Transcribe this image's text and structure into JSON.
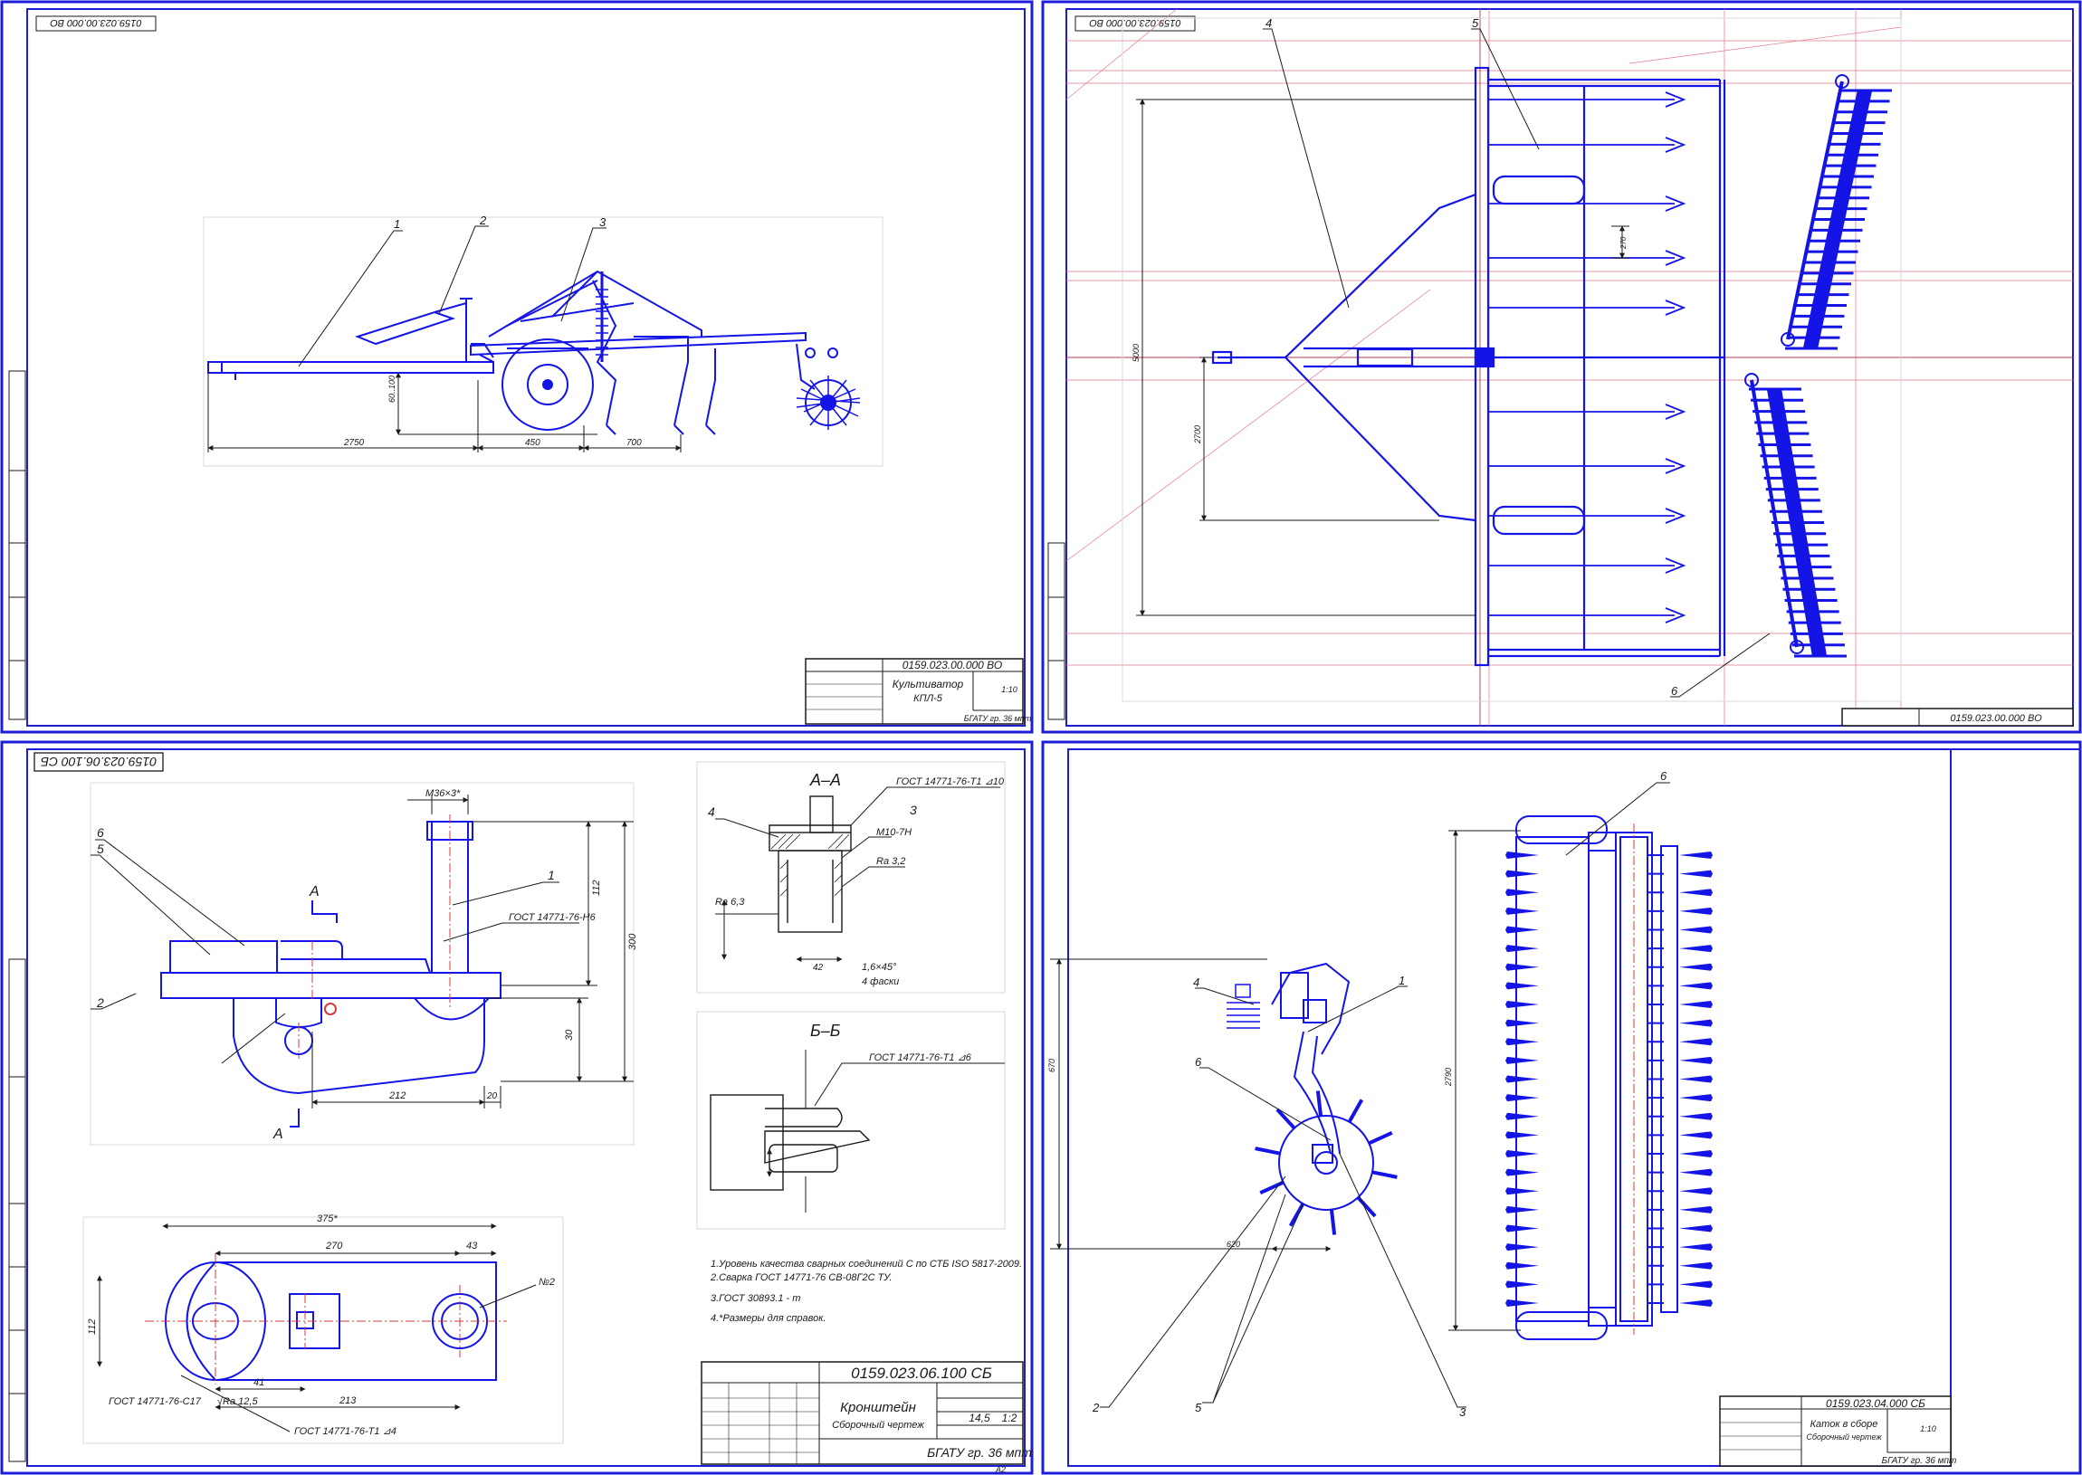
{
  "sheets": {
    "s1": {
      "stamp_rotated": "0159.023.00.000 ВО",
      "title_code": "0159.023.00.000 ВО",
      "title_name_1": "Культиватор",
      "title_name_2": "КПЛ-5",
      "scale": "1:10",
      "org": "БГАТУ гр. 36 мпт",
      "leaders": [
        "1",
        "2",
        "3"
      ],
      "dims": {
        "d2750": "2750",
        "d450": "450",
        "d700": "700",
        "d60_100": "60..100"
      }
    },
    "s2": {
      "stamp_rotated": "0159.023.00.000 ВО",
      "title_code": "0159.023.00.000 ВО",
      "leaders": [
        "4",
        "5",
        "6"
      ],
      "dims": {
        "d5000": "5000",
        "d2700": "2700",
        "d270": "270"
      }
    },
    "s3": {
      "stamp_rotated": "0159.023.06.100 СБ",
      "title_code": "0159.023.06.100 СБ",
      "title_name_1": "Кронштейн",
      "title_name_2": "Сборочный чертеж",
      "mass": "14,5",
      "scale": "1:2",
      "org": "БГАТУ гр. 36 мпт",
      "format": "А2",
      "section_aa": "А–А",
      "section_bb": "Б–Б",
      "section_mark": "А",
      "leaders": [
        "1",
        "2",
        "5",
        "6",
        "3",
        "4"
      ],
      "labels": {
        "m36": "М36×3*",
        "gost_top": "ГОСТ 14771-76-Н6",
        "gost_aa": "ГОСТ 14771-76-Т1 ⊿10",
        "m10": "М10-7Н",
        "ra32": "Ra 3,2",
        "ra63": "Ra 6,3",
        "chamfer": "1,6×45°",
        "faces": "4 фаски",
        "gost_bot1": "ГОСТ 14771-76-С17",
        "gost_bot2": "ГОСТ 14771-76-Т1 ⊿4",
        "ra125": "√Ra 12,5",
        "gost_bb": "ГОСТ 14771-76-Т1 ⊿6",
        "n2": "№2"
      },
      "dims": {
        "d212": "212",
        "d30": "30",
        "d20": "20",
        "d300": "300",
        "d112": "112",
        "d270": "270",
        "d43": "43",
        "d41": "41",
        "d213": "213",
        "d375": "375*",
        "d42": "42"
      },
      "notes": [
        "1.Уровень качества сварных соединений С по СТБ ISO 5817-2009.",
        "2.Сварка ГОСТ 14771-76 СВ-08Г2С ТУ.",
        "3.ГОСТ 30893.1 - m",
        "4.*Размеры для справок."
      ]
    },
    "s4": {
      "title_code": "0159.023.04.000 СБ",
      "title_name_1": "Каток в сборе",
      "title_name_2": "Сборочный чертеж",
      "scale": "1:10",
      "org": "БГАТУ гр. 36 мпт",
      "leaders": [
        "6",
        "4",
        "1",
        "6",
        "2",
        "5",
        "3"
      ],
      "dims": {
        "d2790": "2790",
        "d670": "670",
        "d620": "620"
      }
    }
  },
  "colors": {
    "frame": "#1d1dd8",
    "part": "#1414e6",
    "line": "#1a1a1a",
    "construct": "#e07a8a",
    "axis": "#d33b3b"
  }
}
